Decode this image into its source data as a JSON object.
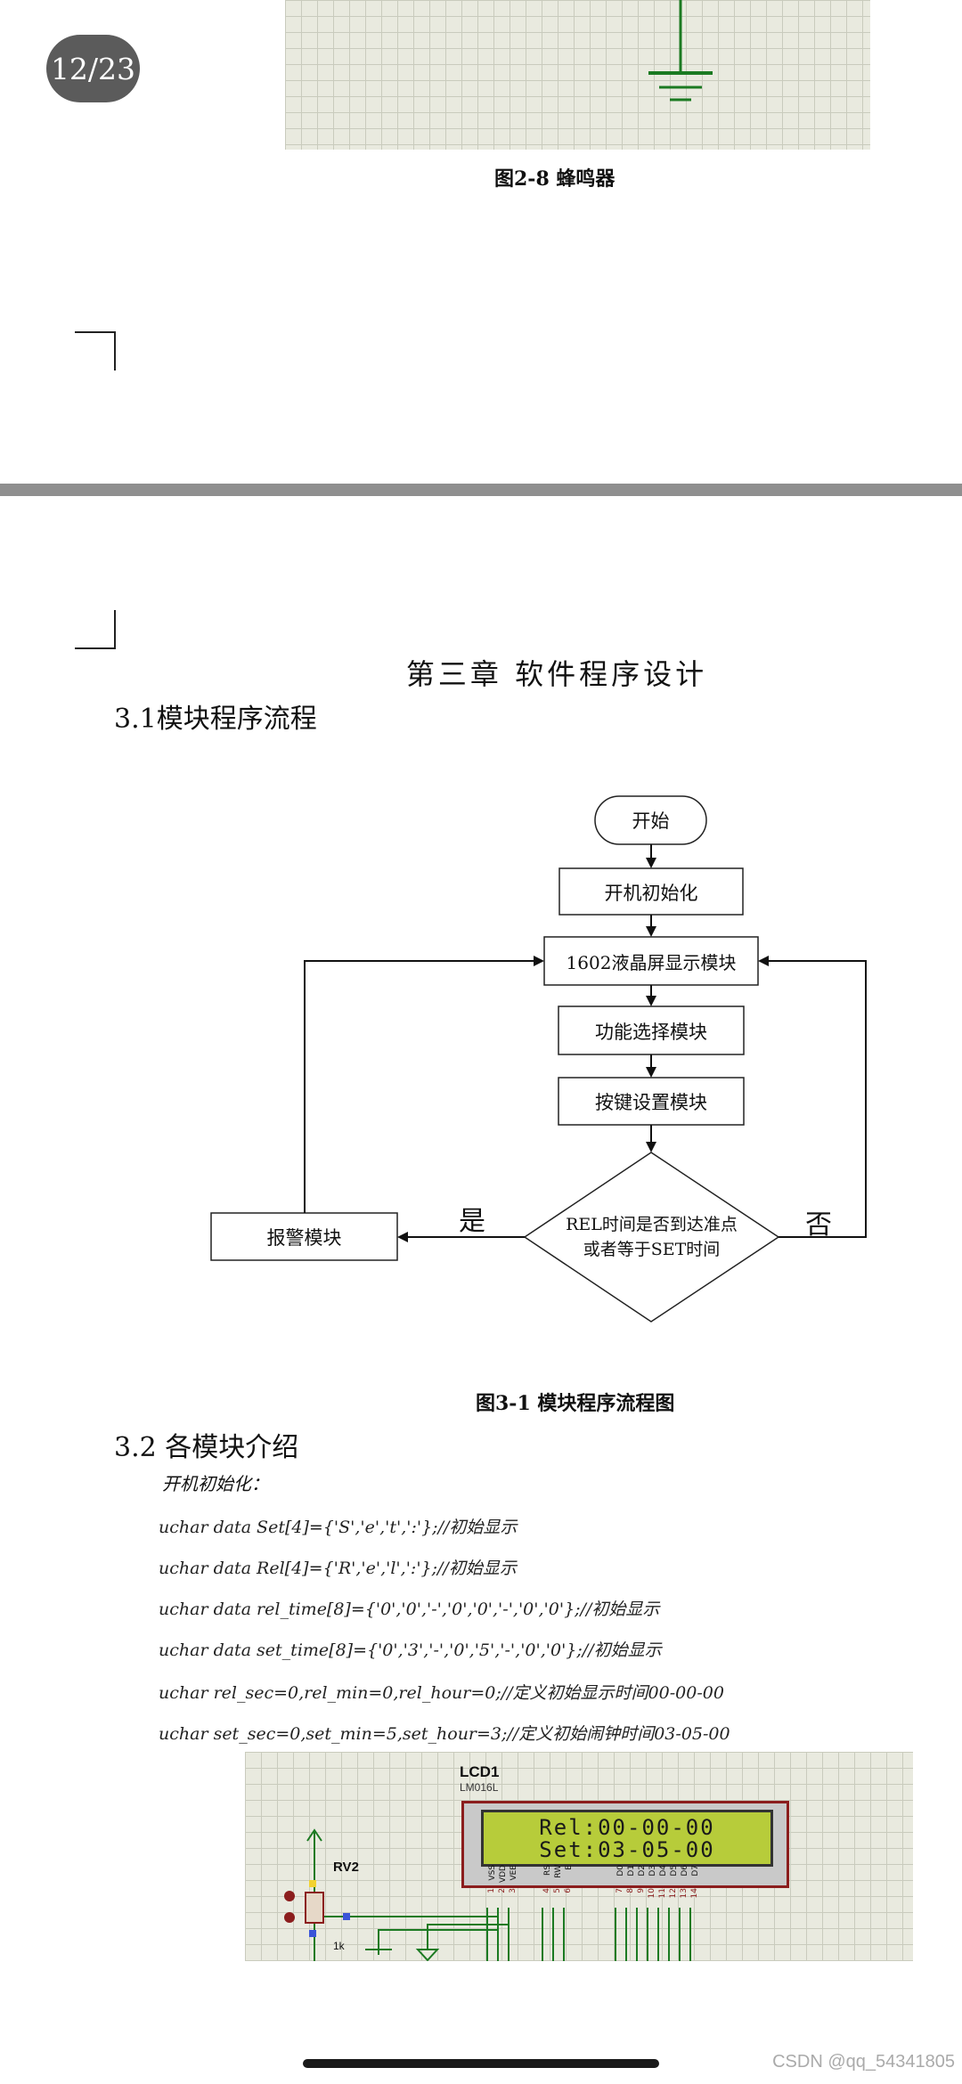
{
  "page_indicator": "12/23",
  "figure_2_8": {
    "caption": "图2-8 蜂鸣器"
  },
  "chapter_title": "第三章 软件程序设计",
  "section_3_1": "3.1模块程序流程",
  "flowchart": {
    "start": "开始",
    "init": "开机初始化",
    "lcd": "1602液晶屏显示模块",
    "func": "功能选择模块",
    "key": "按键设置模块",
    "decision_line1": "REL时间是否到达准点",
    "decision_line2": "或者等于SET时间",
    "yes": "是",
    "no": "否",
    "alarm": "报警模块"
  },
  "figure_3_1": {
    "caption": "图3-1 模块程序流程图"
  },
  "section_3_2": "3.2 各模块介绍",
  "intro_label": "开机初始化：",
  "code_lines": [
    "uchar data Set[4]={'S','e','t',':'};//初始显示",
    "uchar data Rel[4]={'R','e','l',':'};//初始显示",
    "uchar data rel_time[8]={'0','0','-','0','0','-','0','0'};//初始显示",
    "uchar data set_time[8]={'0','3','-','0','5','-','0','0'};//初始显示",
    "uchar rel_sec=0,rel_min=0,rel_hour=0;//定义初始显示时间00-00-00",
    "uchar set_sec=0,set_min=5,set_hour=3;//定义初始闹钟时间03-05-00"
  ],
  "lcd_schematic": {
    "designator": "LCD1",
    "model": "LM016L",
    "line1": "Rel:00-00-00",
    "line2": "Set:03-05-00",
    "pot_designator": "RV2",
    "pot_value": "1k",
    "pins": [
      "VSS",
      "VDD",
      "VEE",
      "RS",
      "RW",
      "E",
      "D0",
      "D1",
      "D2",
      "D3",
      "D4",
      "D5",
      "D6",
      "D7"
    ],
    "pin_numbers": [
      "1",
      "2",
      "3",
      "4",
      "5",
      "6",
      "7",
      "8",
      "9",
      "10",
      "11",
      "12",
      "13",
      "14"
    ]
  },
  "watermark": "CSDN @qq_54341805"
}
